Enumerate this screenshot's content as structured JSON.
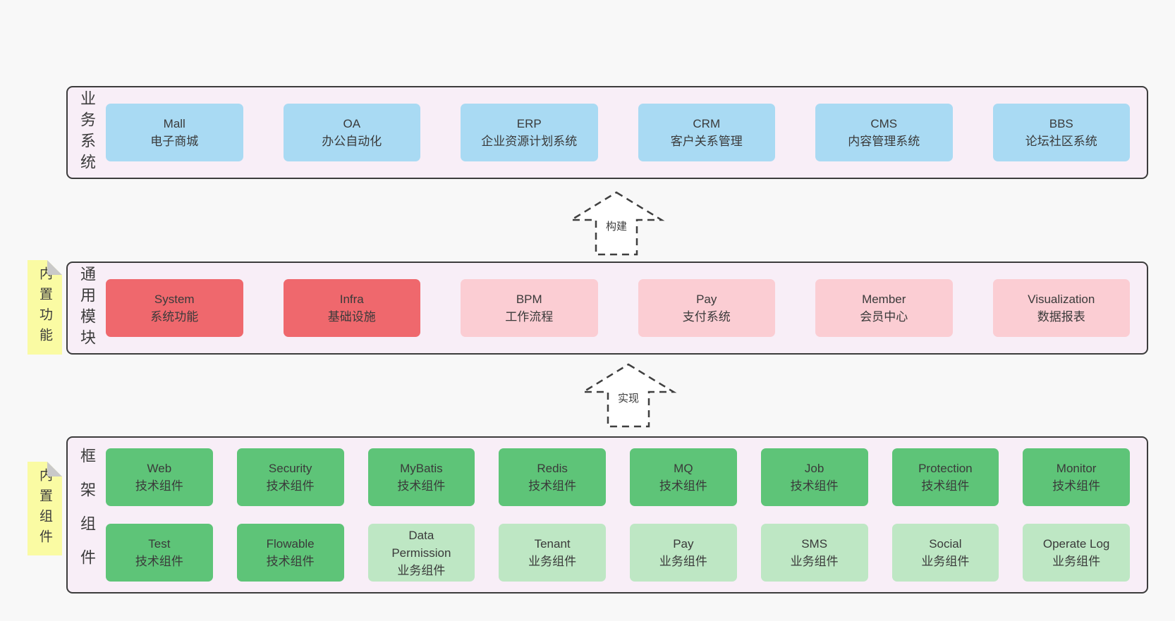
{
  "business_systems": {
    "label": "业务系统",
    "items": [
      {
        "name": "Mall",
        "subtitle": "电子商城",
        "variant": "blue"
      },
      {
        "name": "OA",
        "subtitle": "办公自动化",
        "variant": "blue"
      },
      {
        "name": "ERP",
        "subtitle": "企业资源计划系统",
        "variant": "blue"
      },
      {
        "name": "CRM",
        "subtitle": "客户关系管理",
        "variant": "blue"
      },
      {
        "name": "CMS",
        "subtitle": "内容管理系统",
        "variant": "blue"
      },
      {
        "name": "BBS",
        "subtitle": "论坛社区系统",
        "variant": "blue"
      }
    ]
  },
  "arrows": {
    "build": {
      "label": "构建"
    },
    "implement": {
      "label": "实现"
    }
  },
  "common_modules": {
    "label": "通用模块",
    "note": "内置功能",
    "items": [
      {
        "name": "System",
        "subtitle": "系统功能",
        "variant": "red"
      },
      {
        "name": "Infra",
        "subtitle": "基础设施",
        "variant": "red"
      },
      {
        "name": "BPM",
        "subtitle": "工作流程",
        "variant": "pink"
      },
      {
        "name": "Pay",
        "subtitle": "支付系统",
        "variant": "pink"
      },
      {
        "name": "Member",
        "subtitle": "会员中心",
        "variant": "pink"
      },
      {
        "name": "Visualization",
        "subtitle": "数据报表",
        "variant": "pink"
      }
    ]
  },
  "framework_components": {
    "label": "框架组件",
    "note": "内置组件",
    "row1": [
      {
        "name": "Web",
        "subtitle": "技术组件",
        "variant": "green-dark"
      },
      {
        "name": "Security",
        "subtitle": "技术组件",
        "variant": "green-dark"
      },
      {
        "name": "MyBatis",
        "subtitle": "技术组件",
        "variant": "green-dark"
      },
      {
        "name": "Redis",
        "subtitle": "技术组件",
        "variant": "green-dark"
      },
      {
        "name": "MQ",
        "subtitle": "技术组件",
        "variant": "green-dark"
      },
      {
        "name": "Job",
        "subtitle": "技术组件",
        "variant": "green-dark"
      },
      {
        "name": "Protection",
        "subtitle": "技术组件",
        "variant": "green-dark"
      },
      {
        "name": "Monitor",
        "subtitle": "技术组件",
        "variant": "green-dark"
      }
    ],
    "row2": [
      {
        "name": "Test",
        "subtitle": "技术组件",
        "variant": "green-dark"
      },
      {
        "name": "Flowable",
        "subtitle": "技术组件",
        "variant": "green-dark"
      },
      {
        "name": "Data Permission",
        "subtitle": "业务组件",
        "variant": "green-light"
      },
      {
        "name": "Tenant",
        "subtitle": "业务组件",
        "variant": "green-light"
      },
      {
        "name": "Pay",
        "subtitle": "业务组件",
        "variant": "green-light"
      },
      {
        "name": "SMS",
        "subtitle": "业务组件",
        "variant": "green-light"
      },
      {
        "name": "Social",
        "subtitle": "业务组件",
        "variant": "green-light"
      },
      {
        "name": "Operate Log",
        "subtitle": "业务组件",
        "variant": "green-light"
      }
    ]
  },
  "colors": {
    "page_bg": "#f8f8f8",
    "container_bg": "#f8eef7",
    "container_border": "#3c3c3c",
    "system_blue": "#a9daf3",
    "module_red": "#ef686d",
    "module_pink": "#fbcdd3",
    "component_green_dark": "#5ec478",
    "component_green_light": "#bee7c4",
    "note_yellow": "#fafba3",
    "note_fold_gray": "#c9c9c9",
    "text_dark": "#3b3b3b"
  }
}
